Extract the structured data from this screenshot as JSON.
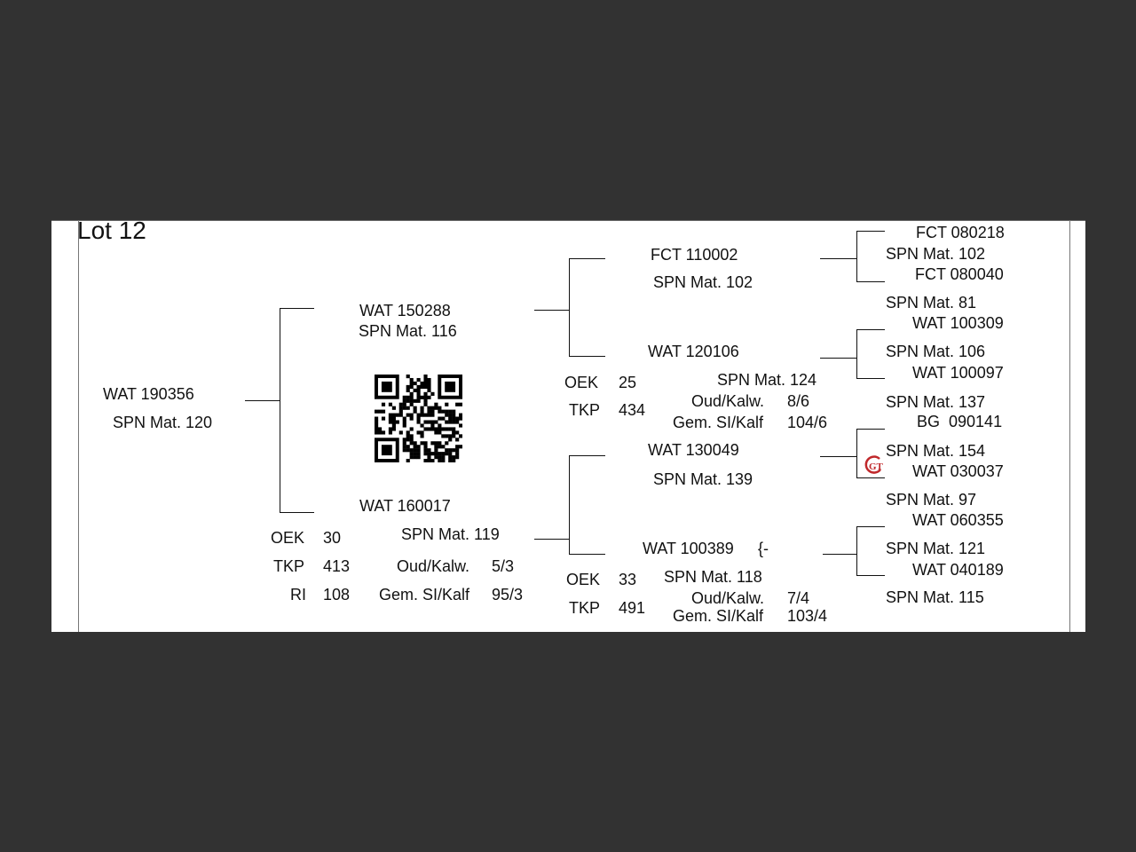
{
  "document": {
    "lot_title": "Lot 12"
  },
  "subject": {
    "id": "WAT 190356",
    "spn": "SPN Mat. 120"
  },
  "sire": {
    "id": "WAT 150288",
    "spn": "SPN Mat. 116"
  },
  "dam": {
    "id": "WAT 160017",
    "spn": "SPN Mat. 119",
    "oek_label": "OEK",
    "oek_value": "30",
    "tkp_label": "TKP",
    "tkp_value": "413",
    "ri_label": "RI",
    "ri_value": "108",
    "oudkalw_label": "Oud/Kalw.",
    "oudkalw_value": "5/3",
    "gemsi_label": "Gem. SI/Kalf",
    "gemsi_value": "95/3"
  },
  "ss": {
    "id": "FCT 110002",
    "spn": "SPN Mat. 102"
  },
  "sd": {
    "id": "WAT 120106",
    "spn": "SPN Mat. 124",
    "oek_label": "OEK",
    "oek_value": "25",
    "tkp_label": "TKP",
    "tkp_value": "434",
    "oudkalw_label": "Oud/Kalw.",
    "oudkalw_value": "8/6",
    "gemsi_label": "Gem. SI/Kalf",
    "gemsi_value": "104/6"
  },
  "ds": {
    "id": "WAT 130049",
    "spn": "SPN Mat. 139"
  },
  "dd": {
    "id": "WAT 100389",
    "mark": "{-",
    "spn": "SPN Mat. 118",
    "oek_label": "OEK",
    "oek_value": "33",
    "tkp_label": "TKP",
    "tkp_value": "491",
    "oudkalw_label": "Oud/Kalw.",
    "oudkalw_value": "7/4",
    "gemsi_label": "Gem. SI/Kalf",
    "gemsi_value": "103/4"
  },
  "g3": {
    "sss_id": "FCT 080218",
    "sss_spn": "SPN Mat. 102",
    "ssd_id": "FCT 080040",
    "ssd_spn": "SPN Mat. 81",
    "sds_id": "WAT 100309",
    "sds_spn": "SPN Mat. 106",
    "sdd_id": "WAT 100097",
    "sdd_spn": "SPN Mat. 137",
    "dss_id": "BG  090141",
    "dss_spn": "SPN Mat. 154",
    "dsd_id": "WAT 030037",
    "dsd_spn": "SPN Mat. 97",
    "dds_id": "WAT 060355",
    "dds_spn": "SPN Mat. 121",
    "ddd_id": "WAT 040189",
    "ddd_spn": "SPN Mat. 115"
  },
  "logo_text": "GT",
  "colors": {
    "background": "#323232",
    "paper": "#ffffff",
    "logo_red": "#c0282b"
  }
}
